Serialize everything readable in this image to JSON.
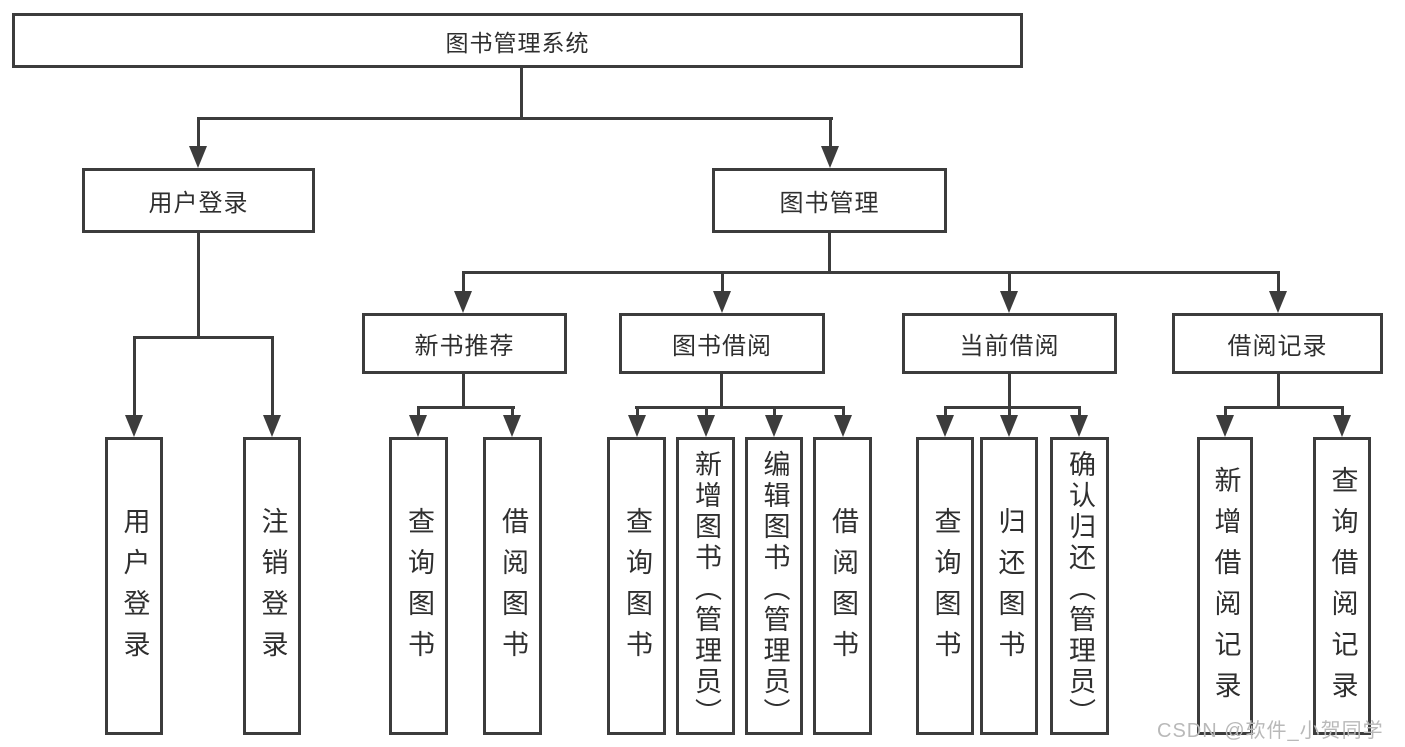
{
  "tree": {
    "root": {
      "label": "图书管理系统",
      "children": [
        {
          "label": "用户登录",
          "children": [
            {
              "label": "用户登录"
            },
            {
              "label": "注销登录"
            }
          ]
        },
        {
          "label": "图书管理",
          "children": [
            {
              "label": "新书推荐",
              "children": [
                {
                  "label": "查询图书"
                },
                {
                  "label": "借阅图书"
                }
              ]
            },
            {
              "label": "图书借阅",
              "children": [
                {
                  "label": "查询图书"
                },
                {
                  "label": "新增图书（管理员）"
                },
                {
                  "label": "编辑图书（管理员）"
                },
                {
                  "label": "借阅图书"
                }
              ]
            },
            {
              "label": "当前借阅",
              "children": [
                {
                  "label": "查询图书"
                },
                {
                  "label": "归还图书"
                },
                {
                  "label": "确认归还（管理员）"
                }
              ]
            },
            {
              "label": "借阅记录",
              "children": [
                {
                  "label": "新增借阅记录"
                },
                {
                  "label": "查询借阅记录"
                }
              ]
            }
          ]
        }
      ]
    }
  },
  "watermark": {
    "text": "CSDN @软件_小贺同学"
  },
  "colors": {
    "line": "#3c3c3c",
    "text": "#2f2f2f",
    "watermark": "#b9b9b9",
    "background": "#ffffff"
  }
}
